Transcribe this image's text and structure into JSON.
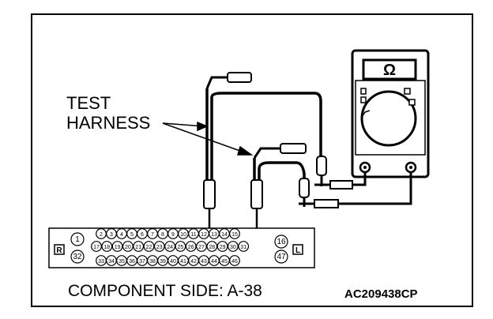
{
  "diagram": {
    "label_test": "TEST",
    "label_harness": "HARNESS",
    "meter_symbol": "Ω",
    "caption": "COMPONENT SIDE: A-38",
    "code": "AC209438CP",
    "connector": {
      "side_left": "R",
      "side_right": "L",
      "row1": [
        "1",
        "2",
        "3",
        "4",
        "5",
        "6",
        "7",
        "8",
        "9",
        "10",
        "11",
        "12",
        "13",
        "14",
        "15",
        "16"
      ],
      "row2": [
        "17",
        "18",
        "19",
        "20",
        "21",
        "22",
        "23",
        "24",
        "25",
        "26",
        "27",
        "28",
        "29",
        "30",
        "31"
      ],
      "row3": [
        "32",
        "33",
        "34",
        "35",
        "36",
        "37",
        "38",
        "39",
        "40",
        "41",
        "42",
        "43",
        "44",
        "45",
        "46",
        "47"
      ]
    }
  }
}
